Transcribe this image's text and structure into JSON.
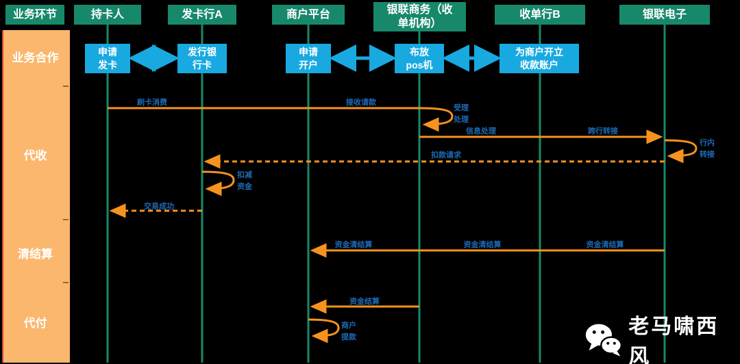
{
  "sidebar": {
    "header": "业务环节",
    "rows": [
      "业务合作",
      "代收",
      "清结算",
      "代付"
    ]
  },
  "actors": [
    "持卡人",
    "发卡行A",
    "商户平台",
    "银联商务（收\n单机构）",
    "收单行B",
    "银联电子"
  ],
  "setup_boxes": [
    "申请\n发卡",
    "发行银\n行卡",
    "申请\n开户",
    "布放\npos机",
    "为商户开立\n收款账户"
  ],
  "messages": {
    "swipe": "刷卡消费",
    "receive_request": "接收请款",
    "accept_process": "受理\n处理",
    "info_process": "信息处理",
    "cross_bank": "跨行转接",
    "intra_switch": "行内\n转接",
    "debit_request": "扣款请求",
    "deduct_funds": "扣减\n资金",
    "txn_success": "交易成功",
    "settle_1": "资金清结算",
    "settle_2": "资金清结算",
    "settle_3": "资金清结算",
    "fund_settle": "资金结算",
    "merchant_withdraw": "商户\n提款"
  },
  "watermark": {
    "text": "老马啸西风",
    "icon": "wechat-icon"
  },
  "colors": {
    "background": "#000000",
    "actor_green": "#18886b",
    "setup_blue": "#18a9e1",
    "arrow_orange": "#f6921e",
    "sidebar_orange": "#fbb76e",
    "label_blue": "#1d6ab5",
    "watermark_white": "#ffffff"
  }
}
